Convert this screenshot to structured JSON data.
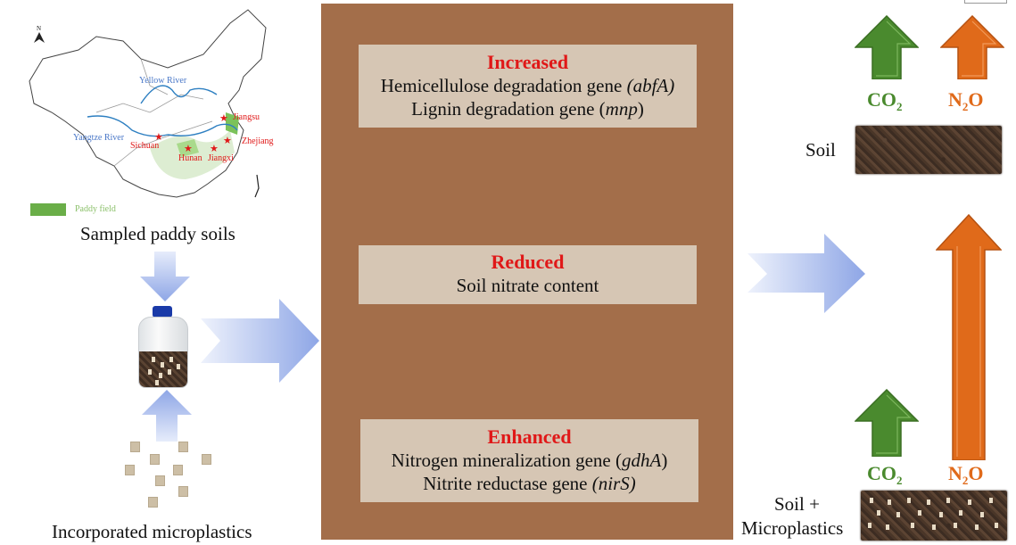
{
  "map": {
    "north_label": "N",
    "rivers": [
      "Yellow River",
      "Yangtze River"
    ],
    "sites": [
      "Jiangsu",
      "Zhejiang",
      "Sichuan",
      "Hunan",
      "Jiangxi"
    ],
    "legend_label": "Paddy field",
    "caption": "Sampled paddy soils"
  },
  "microplastics_caption": "Incorporated microplastics",
  "effects": [
    {
      "heading": "Increased",
      "lines": [
        {
          "text": "Hemicellulose degradation gene ",
          "gene": "abfA"
        },
        {
          "text": "Lignin degradation gene ",
          "gene": "mnp"
        }
      ]
    },
    {
      "heading": "Reduced",
      "lines": [
        {
          "text": "Soil nitrate content",
          "gene": ""
        }
      ]
    },
    {
      "heading": "Enhanced",
      "lines": [
        {
          "text": "Nitrogen mineralization gene ",
          "gene": "gdhA"
        },
        {
          "text": "Nitrite reductase gene ",
          "gene": "nirS"
        }
      ]
    }
  ],
  "outcomes": {
    "control_label": "Soil",
    "treatment_label_1": "Soil +",
    "treatment_label_2": "Microplastics",
    "co2_main": "CO",
    "co2_sub": "2",
    "n2o_main1": "N",
    "n2o_sub": "2",
    "n2o_main2": "O"
  },
  "colors": {
    "panel": "#a36e4a",
    "box": "#d6c6b4",
    "heading": "#e01818",
    "co2_arrow": "#4a8a2e",
    "n2o_arrow": "#e06a1a",
    "flow_arrow": "#8ea6e6"
  }
}
